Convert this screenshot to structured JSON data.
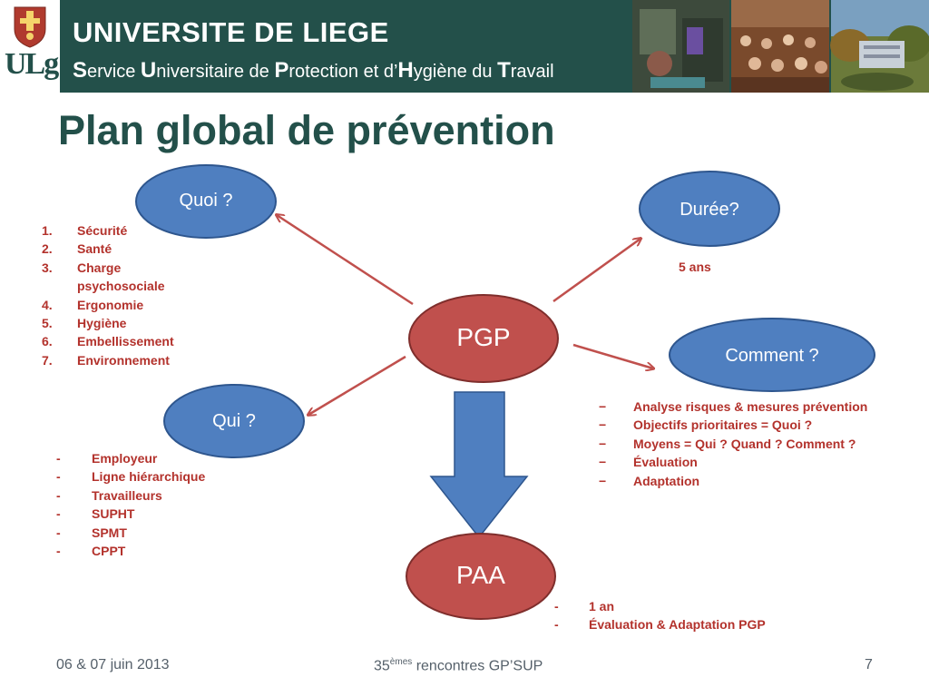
{
  "header": {
    "university": "UNIVERSITE DE LIEGE",
    "service_parts": [
      {
        "text": "S",
        "cap": true
      },
      {
        "text": "ervice ",
        "cap": false
      },
      {
        "text": "U",
        "cap": true
      },
      {
        "text": "niversitaire de ",
        "cap": false
      },
      {
        "text": "P",
        "cap": true
      },
      {
        "text": "rotection et d’",
        "cap": false
      },
      {
        "text": "H",
        "cap": true
      },
      {
        "text": "ygiène du ",
        "cap": false
      },
      {
        "text": "T",
        "cap": true
      },
      {
        "text": "ravail",
        "cap": false
      }
    ],
    "logo_text": "ULg",
    "colors": {
      "banner": "#23504a",
      "white": "#ffffff"
    }
  },
  "title": "Plan global de prévention",
  "nodes": {
    "quoi": "Quoi ?",
    "duree": "Durée?",
    "pgp": "PGP",
    "comment": "Comment ?",
    "qui": "Qui ?",
    "paa": "PAA"
  },
  "lists": {
    "quoi_items": [
      "Sécurité",
      "Santé",
      "Charge psychosociale",
      "Ergonomie",
      "Hygiène",
      "Embellissement",
      "Environnement"
    ],
    "duree_value": "5 ans",
    "qui_items": [
      "Employeur",
      "Ligne hiérarchique",
      "Travailleurs",
      "SUPHT",
      "SPMT",
      "CPPT"
    ],
    "comment_items": [
      "Analyse risques & mesures prévention",
      "Objectifs prioritaires = Quoi ?",
      "Moyens = Qui ? Quand ? Comment ?",
      "Évaluation",
      "Adaptation"
    ],
    "paa_items": [
      "1 an",
      "Évaluation & Adaptation PGP"
    ]
  },
  "footer": {
    "date": "06 & 07 juin 2013",
    "event_number": "35",
    "event_sup": "èmes",
    "event_text": " rencontres GP’SUP",
    "page": "7"
  },
  "colors": {
    "blue_node": "#4f7fc0",
    "blue_stroke": "#2e568e",
    "red_node": "#c0504d",
    "red_stroke": "#7f2e2c",
    "arrow": "#c0504d",
    "list_text": "#b3322c",
    "title": "#23504a"
  }
}
